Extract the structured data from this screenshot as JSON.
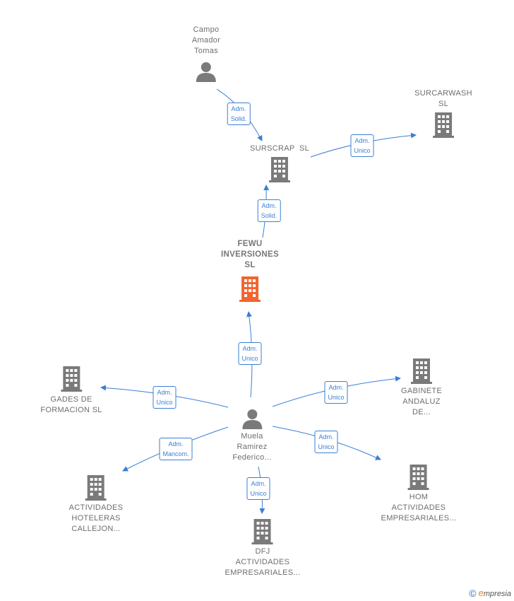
{
  "colors": {
    "edge": "#3a7fd5",
    "node": "#7a7a7a",
    "focus": "#f26430"
  },
  "nodes": {
    "campo": {
      "label": [
        "Campo",
        "Amador",
        "Tomas"
      ],
      "icon": "person-icon"
    },
    "surcarwash": {
      "label": [
        "SURCARWASH",
        "SL"
      ],
      "icon": "building-icon"
    },
    "surscrap": {
      "label": [
        "SURSCRAP  SL"
      ],
      "icon": "building-icon"
    },
    "fewu": {
      "label": [
        "FEWU",
        "INVERSIONES",
        "SL"
      ],
      "icon": "building-icon"
    },
    "gades": {
      "label": [
        "GADES DE",
        "FORMACION SL"
      ],
      "icon": "building-icon"
    },
    "gabinete": {
      "label": [
        "GABINETE",
        "ANDALUZ",
        "DE..."
      ],
      "icon": "building-icon"
    },
    "muela": {
      "label": [
        "Muela",
        "Ramirez",
        "Federico..."
      ],
      "icon": "person-icon"
    },
    "hoteleras": {
      "label": [
        "ACTIVIDADES",
        "HOTELERAS",
        "CALLEJON..."
      ],
      "icon": "building-icon"
    },
    "hom": {
      "label": [
        "HOM",
        "ACTIVIDADES",
        "EMPRESARIALES..."
      ],
      "icon": "building-icon"
    },
    "dfj": {
      "label": [
        "DFJ",
        "ACTIVIDADES",
        "EMPRESARIALES..."
      ],
      "icon": "building-icon"
    }
  },
  "relations": {
    "campo_surscrap": [
      "Adm.",
      "Solid."
    ],
    "surscrap_surcarwash": [
      "Adm.",
      "Unico"
    ],
    "fewu_surscrap": [
      "Adm.",
      "Solid."
    ],
    "muela_fewu": [
      "Adm.",
      "Unico"
    ],
    "muela_gades": [
      "Adm.",
      "Unico"
    ],
    "muela_gabinete": [
      "Adm.",
      "Unico"
    ],
    "muela_hoteleras": [
      "Adm.",
      "Mancom."
    ],
    "muela_hom": [
      "Adm.",
      "Unico"
    ],
    "muela_dfj": [
      "Adm.",
      "Unico"
    ]
  },
  "brand": {
    "symbol": "©",
    "initial": "e",
    "rest": "mpresia"
  }
}
